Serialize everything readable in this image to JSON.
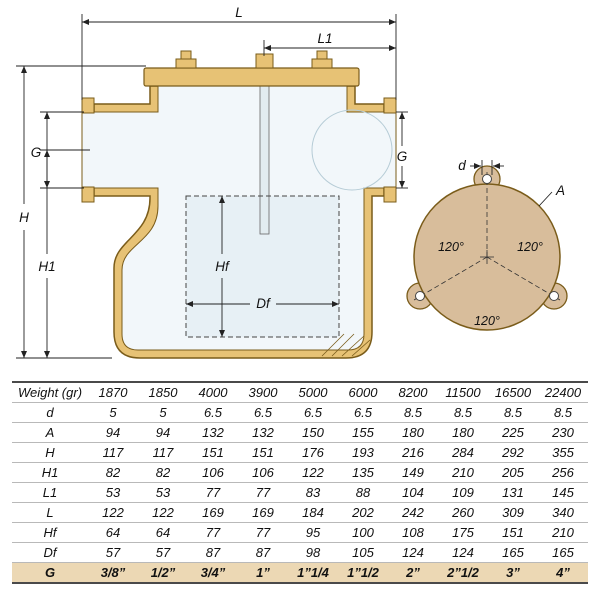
{
  "drawing": {
    "dims": {
      "L": "L",
      "L1": "L1",
      "G_left": "G",
      "G_right": "G",
      "H": "H",
      "H1": "H1",
      "Hf": "Hf",
      "Df": "Df"
    },
    "flange": {
      "d": "d",
      "A": "A",
      "angle_left": "120°",
      "angle_right": "120°",
      "angle_bottom": "120°"
    },
    "colors": {
      "wall": "#e7c275",
      "cavity": "#f2f7fa",
      "basket_fill": "#e7f0f5",
      "flange_face": "#d8bd9b",
      "outline": "#7a5c1a",
      "dim_line": "#222222",
      "highlight_row": "#ecd8b4"
    }
  },
  "table": {
    "rows": [
      {
        "label": "Weight (gr)",
        "values": [
          "1870",
          "1850",
          "4000",
          "3900",
          "5000",
          "6000",
          "8200",
          "11500",
          "16500",
          "22400"
        ]
      },
      {
        "label": "d",
        "values": [
          "5",
          "5",
          "6.5",
          "6.5",
          "6.5",
          "6.5",
          "8.5",
          "8.5",
          "8.5",
          "8.5"
        ]
      },
      {
        "label": "A",
        "values": [
          "94",
          "94",
          "132",
          "132",
          "150",
          "155",
          "180",
          "180",
          "225",
          "230"
        ]
      },
      {
        "label": "H",
        "values": [
          "117",
          "117",
          "151",
          "151",
          "176",
          "193",
          "216",
          "284",
          "292",
          "355"
        ]
      },
      {
        "label": "H1",
        "values": [
          "82",
          "82",
          "106",
          "106",
          "122",
          "135",
          "149",
          "210",
          "205",
          "256"
        ]
      },
      {
        "label": "L1",
        "values": [
          "53",
          "53",
          "77",
          "77",
          "83",
          "88",
          "104",
          "109",
          "131",
          "145"
        ]
      },
      {
        "label": "L",
        "values": [
          "122",
          "122",
          "169",
          "169",
          "184",
          "202",
          "242",
          "260",
          "309",
          "340"
        ]
      },
      {
        "label": "Hf",
        "values": [
          "64",
          "64",
          "77",
          "77",
          "95",
          "100",
          "108",
          "175",
          "151",
          "210"
        ]
      },
      {
        "label": "Df",
        "values": [
          "57",
          "57",
          "87",
          "87",
          "98",
          "105",
          "124",
          "124",
          "165",
          "165"
        ]
      },
      {
        "label": "G",
        "values": [
          "3/8”",
          "1/2”",
          "3/4”",
          "1”",
          "1”1/4",
          "1”1/2",
          "2”",
          "2”1/2",
          "3”",
          "4”"
        ],
        "highlight": true
      }
    ]
  }
}
